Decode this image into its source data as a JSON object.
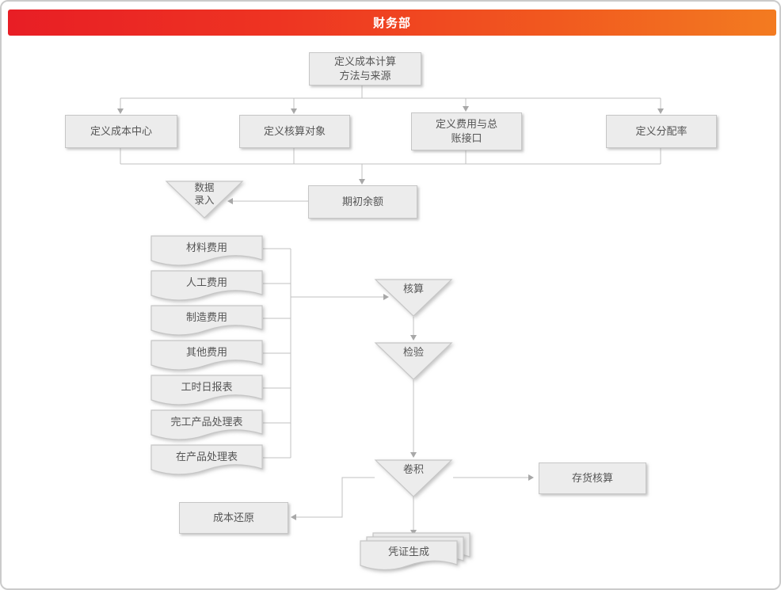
{
  "header": {
    "title": "财务部"
  },
  "colors": {
    "header_gradient_left": "#e81e25",
    "header_gradient_right": "#f37b20",
    "node_fill": "#ececec",
    "node_border": "#c6c6c6",
    "node_text": "#555555",
    "connector_line": "#c0c0c0",
    "arrowhead": "#a8a8a8"
  },
  "nodes": {
    "define_method_source": {
      "label": "定义成本计算\n方法与来源",
      "shape": "rect"
    },
    "define_cost_center": {
      "label": "定义成本中心",
      "shape": "rect"
    },
    "define_accounting_object": {
      "label": "定义核算对象",
      "shape": "rect"
    },
    "define_expense_gl_interface": {
      "label": "定义费用与总\n账接口",
      "shape": "rect"
    },
    "define_allocation_rate": {
      "label": "定义分配率",
      "shape": "rect"
    },
    "data_entry": {
      "label": "数据\n录入",
      "shape": "inverted-triangle"
    },
    "opening_balance": {
      "label": "期初余额",
      "shape": "rect"
    },
    "material_cost": {
      "label": "材料费用",
      "shape": "document"
    },
    "labor_cost": {
      "label": "人工费用",
      "shape": "document"
    },
    "manufacturing_cost": {
      "label": "制造费用",
      "shape": "document"
    },
    "other_cost": {
      "label": "其他费用",
      "shape": "document"
    },
    "timesheet_daily": {
      "label": "工时日报表",
      "shape": "document"
    },
    "finished_goods_sheet": {
      "label": "完工产品处理表",
      "shape": "document"
    },
    "wip_sheet": {
      "label": "在产品处理表",
      "shape": "document"
    },
    "costing": {
      "label": "核算",
      "shape": "inverted-triangle"
    },
    "inspection": {
      "label": "检验",
      "shape": "inverted-triangle"
    },
    "cost_rollup": {
      "label": "卷积",
      "shape": "inverted-triangle"
    },
    "inventory_accounting": {
      "label": "存货核算",
      "shape": "rect"
    },
    "cost_restoration": {
      "label": "成本还原",
      "shape": "rect"
    },
    "voucher_generation": {
      "label": "凭证生成",
      "shape": "document-stack"
    }
  }
}
